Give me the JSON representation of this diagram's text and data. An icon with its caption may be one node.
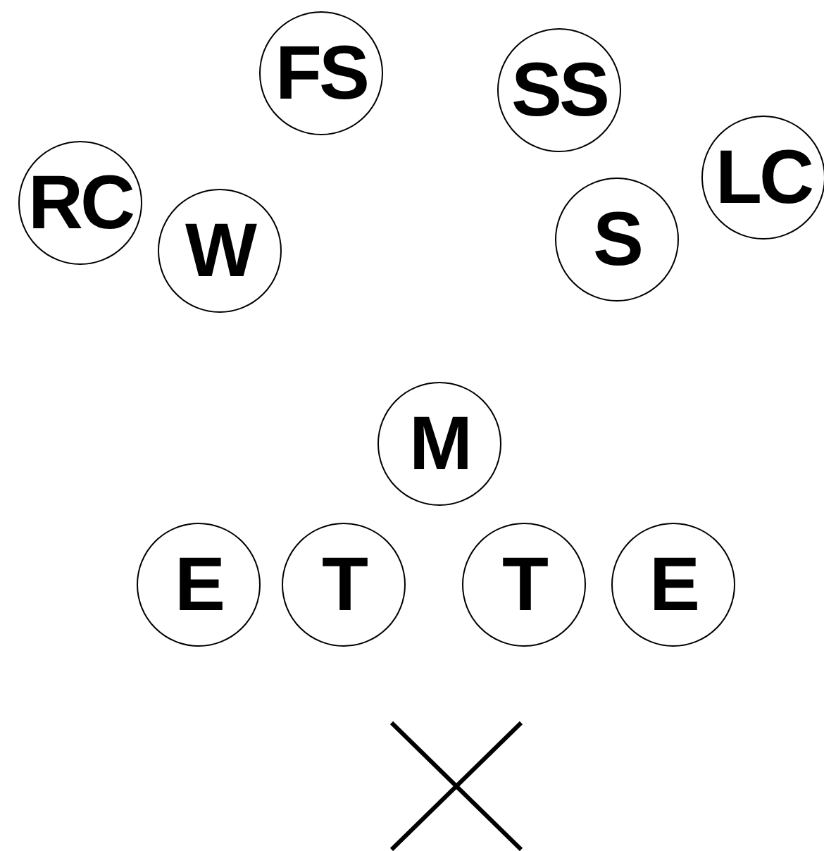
{
  "diagram": {
    "nodes": [
      {
        "text": [
          "FS"
        ]
      },
      {
        "text": [
          "SS"
        ]
      },
      {
        "text": [
          "RC"
        ]
      },
      {
        "text": [
          "W"
        ]
      },
      {
        "text": [
          "S"
        ]
      },
      {
        "text": [
          "LC"
        ]
      },
      {
        "text": [
          "M"
        ]
      },
      {
        "text": [
          "E"
        ]
      },
      {
        "text": [
          "T"
        ]
      },
      {
        "text": [
          "T"
        ]
      },
      {
        "text": [
          "E"
        ]
      }
    ]
  }
}
